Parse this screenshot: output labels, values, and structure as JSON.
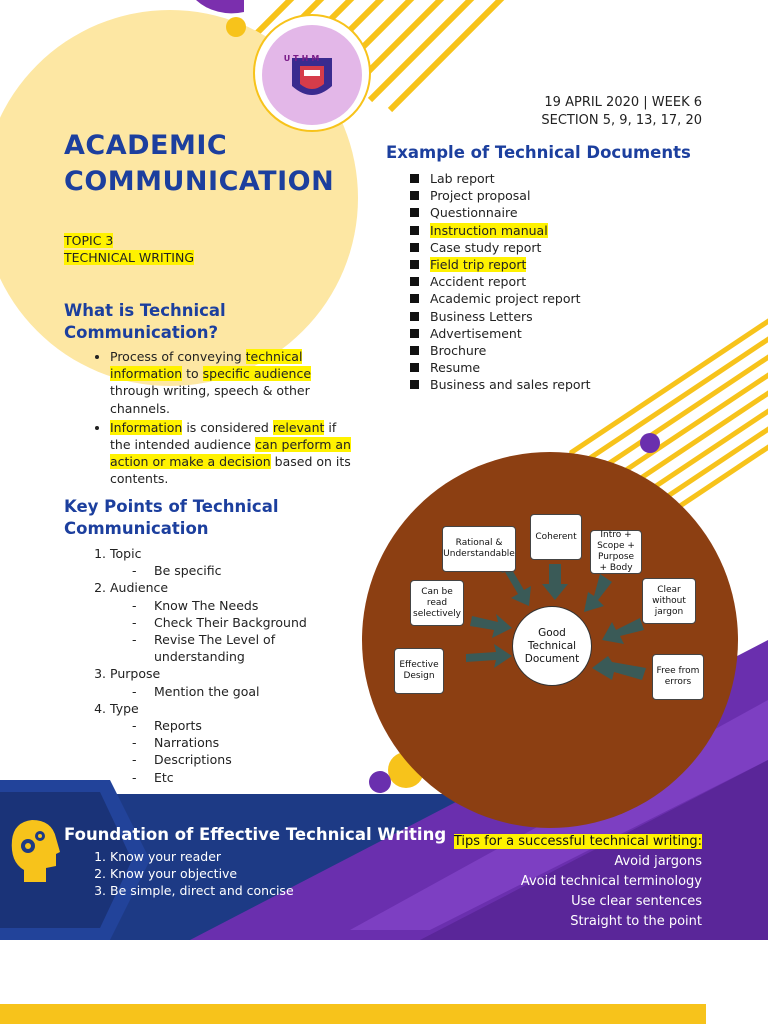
{
  "header": {
    "title_line1": "ACADEMIC",
    "title_line2": "COMMUNICATION",
    "topic_line1": "TOPIC 3",
    "topic_line2": "TECHNICAL WRITING",
    "date_line": "19 APRIL 2020 | WEEK 6",
    "section_line": "SECTION 5, 9, 13, 17, 20",
    "logo_text": "UTHM"
  },
  "what_is": {
    "heading": "What is Technical Communication?",
    "b1_pre": "Process of conveying ",
    "b1_hl1": "technical information",
    "b1_mid": " to ",
    "b1_hl2": "specific audience",
    "b1_post": " through writing, speech & other channels.",
    "b2_hl1": "Information",
    "b2_mid1": " is considered ",
    "b2_hl2": "relevant",
    "b2_mid2": " if the intended audience ",
    "b2_hl3": "can perform an action or make a decision",
    "b2_post": " based on its contents."
  },
  "key_points": {
    "heading": "Key Points of Technical Communication",
    "items": [
      {
        "label": "Topic",
        "subs": [
          "Be specific"
        ]
      },
      {
        "label": "Audience",
        "subs": [
          "Know The Needs",
          "Check Their Background",
          "Revise The Level of understanding"
        ]
      },
      {
        "label": "Purpose",
        "subs": [
          "Mention the goal"
        ]
      },
      {
        "label": "Type",
        "subs": [
          "Reports",
          "Narrations",
          "Descriptions",
          "Etc"
        ]
      }
    ]
  },
  "examples": {
    "heading": "Example of Technical Documents",
    "items": [
      {
        "text": "Lab report",
        "hl": false
      },
      {
        "text": "Project proposal",
        "hl": false
      },
      {
        "text": "Questionnaire",
        "hl": false
      },
      {
        "text": "Instruction manual",
        "hl": true
      },
      {
        "text": "Case study report",
        "hl": false
      },
      {
        "text": "Field trip report",
        "hl": true
      },
      {
        "text": "Accident report",
        "hl": false
      },
      {
        "text": "Academic project report",
        "hl": false
      },
      {
        "text": "Business Letters",
        "hl": false
      },
      {
        "text": "Advertisement",
        "hl": false
      },
      {
        "text": "Brochure",
        "hl": false
      },
      {
        "text": "Resume",
        "hl": false
      },
      {
        "text": "Business and sales report",
        "hl": false
      }
    ]
  },
  "diagram": {
    "center": "Good Technical Document",
    "rational": "Rational & Understandable",
    "coherent": "Coherent",
    "intro": "Intro + Scope + Purpose + Body",
    "selective": "Can be read selectively",
    "clear": "Clear without jargon",
    "effective": "Effective Design",
    "free": "Free from errors"
  },
  "foundation": {
    "heading": "Foundation of Effective Technical Writing",
    "items": [
      "Know your reader",
      "Know your objective",
      "Be simple, direct and concise"
    ]
  },
  "tips": {
    "heading": "Tips for a successful technical writing:",
    "items": [
      "Avoid jargons",
      "Avoid technical terminology",
      "Use clear sentences",
      "Straight to the point"
    ]
  },
  "colors": {
    "title_blue": "#1c3f9e",
    "highlight": "#fff200",
    "circle_cream": "#fde7a3",
    "gold": "#f7c31b",
    "purple": "#6a2fae",
    "navy": "#1d3a85",
    "brown": "#8c3f12",
    "arrow": "#3a5a57"
  }
}
